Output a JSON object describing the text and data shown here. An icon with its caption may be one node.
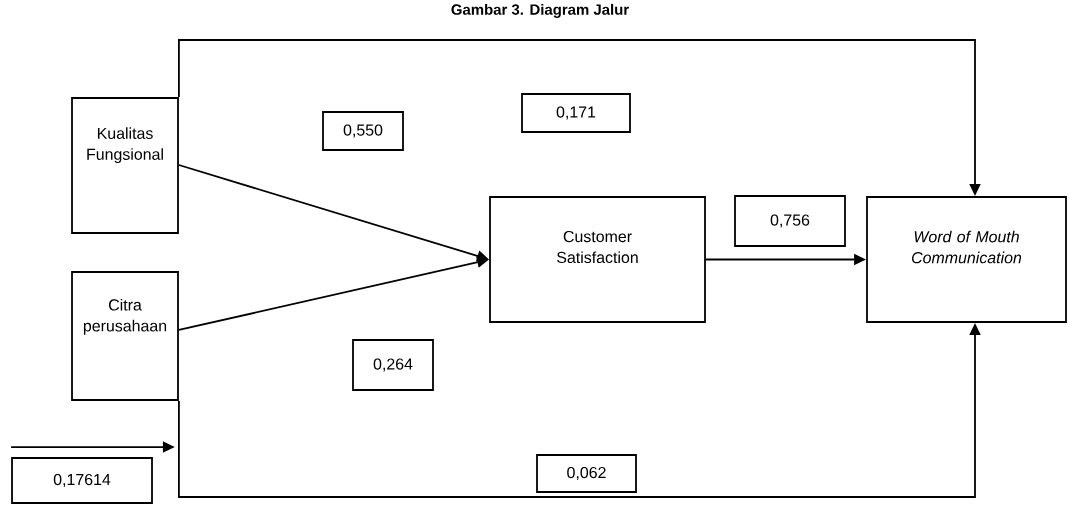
{
  "diagram": {
    "title": "Gambar 3. Diagram Jalur",
    "nodes": [
      {
        "text": [
          "Kualitas Fungsional"
        ]
      },
      {
        "text": [
          "Citra perusahaan"
        ]
      },
      {
        "text": [
          "Customer Satisfaction"
        ]
      },
      {
        "text": [
          "Word of Mouth Communication"
        ]
      },
      {
        "text": [
          "0,550"
        ]
      },
      {
        "text": [
          "0,171"
        ]
      },
      {
        "text": [
          "0,756"
        ]
      },
      {
        "text": [
          "0,264"
        ]
      },
      {
        "text": [
          "0,062"
        ]
      },
      {
        "text": [
          "0,17614"
        ]
      }
    ],
    "edges": [
      {
        "from": 0,
        "to": 3,
        "arrow": "to"
      },
      {
        "from": 0,
        "to": 2,
        "arrow": "to"
      },
      {
        "from": 1,
        "to": 2,
        "arrow": "to"
      },
      {
        "from": 2,
        "to": 3,
        "arrow": "to"
      },
      {
        "from": 1,
        "to": 3,
        "arrow": "to"
      },
      {
        "from": 9,
        "to": null,
        "arrow": "to"
      }
    ]
  }
}
